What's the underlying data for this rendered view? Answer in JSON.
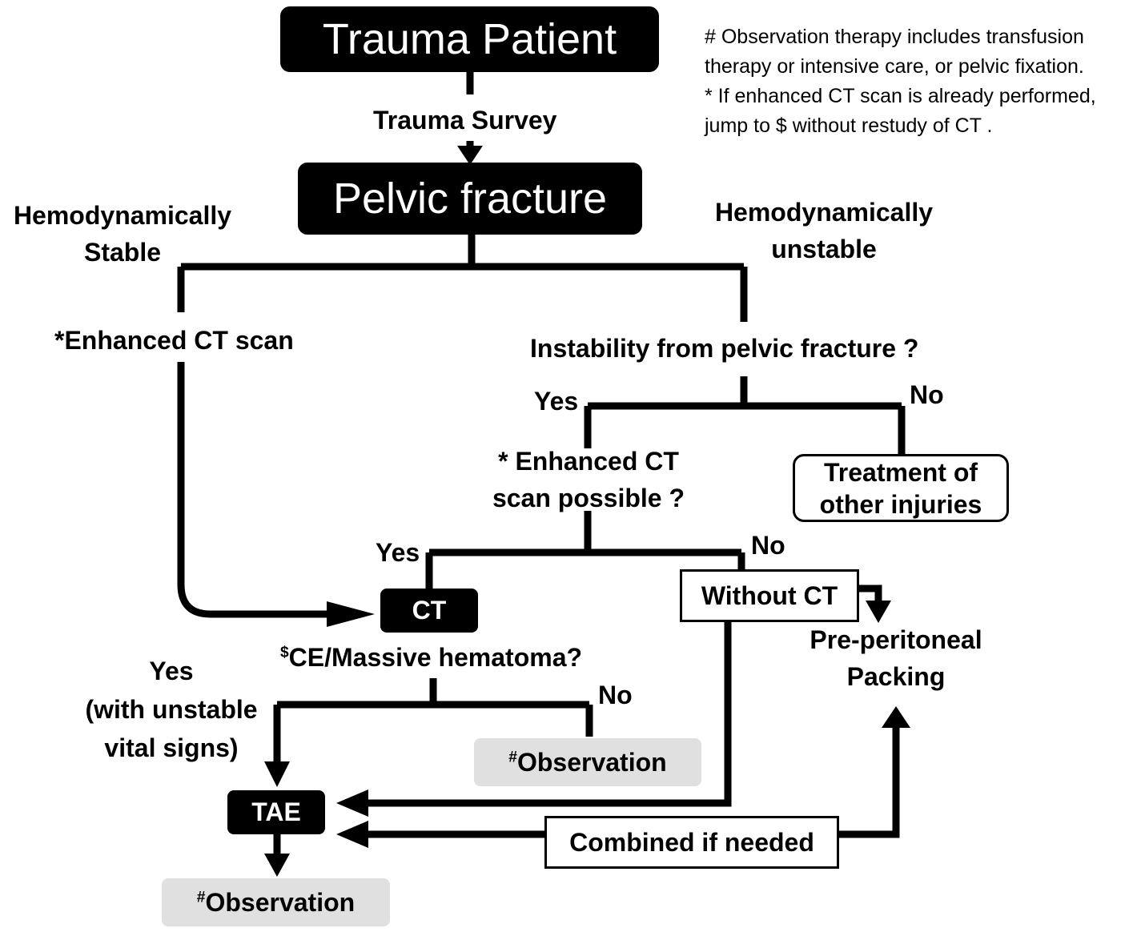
{
  "nodes": {
    "trauma_patient": "Trauma Patient",
    "pelvic_fracture": "Pelvic fracture",
    "ct": "CT",
    "tae": "TAE",
    "treatment_other": [
      "Treatment of",
      "other injuries"
    ],
    "without_ct": "Without CT",
    "combined": "Combined if needed",
    "pre_peritoneal": [
      "Pre-peritoneal",
      "Packing"
    ],
    "observation_sup": "#",
    "observation": "Observation"
  },
  "labels": {
    "trauma_survey": "Trauma Survey",
    "hemo_stable": [
      "Hemodynamically",
      "Stable"
    ],
    "hemo_unstable": [
      "Hemodynamically",
      "unstable"
    ],
    "enhanced_ct_scan": "*Enhanced CT scan",
    "instability_question": "Instability from pelvic fracture ?",
    "yes": "Yes",
    "no": "No",
    "ct_possible": [
      "* Enhanced CT",
      "scan possible ?"
    ],
    "ce_sup": "$",
    "ce_question": "CE/Massive hematoma?",
    "yes_unstable": [
      "Yes",
      "(with unstable",
      "vital signs)"
    ]
  },
  "notes": [
    "# Observation therapy includes transfusion",
    "therapy or intensive care, or pelvic fixation.",
    "* If enhanced CT scan is already performed,",
    "jump to $ without restudy of CT ."
  ]
}
